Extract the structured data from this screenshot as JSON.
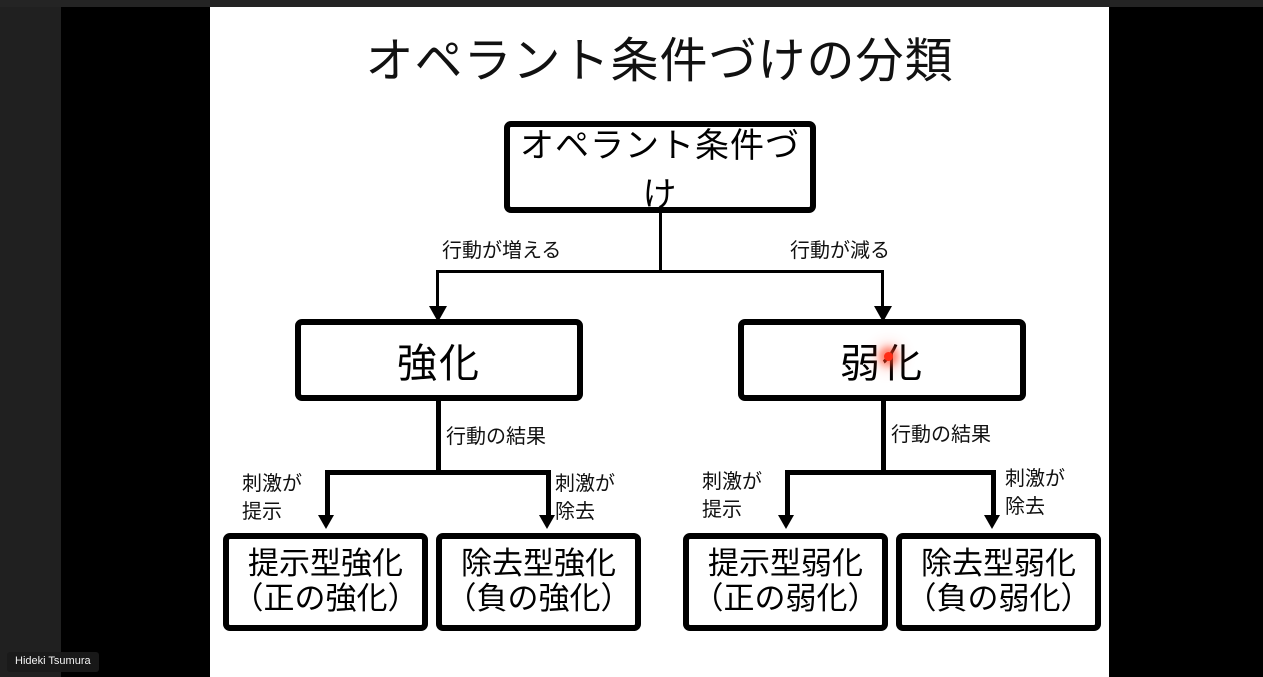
{
  "window": {
    "app": "screen-share-viewer"
  },
  "participant": {
    "name_badge": "Hideki Tsumura"
  },
  "pointer": {
    "type": "laser-pointer-dot",
    "color": "#ff2d16",
    "on_node": "弱化"
  },
  "colors": {
    "slide_background": "#ffffff",
    "letterbox": "#000000",
    "gutter": "#202020",
    "chrome": "#242424",
    "ink": "#000000",
    "laser": "#ff2d16"
  },
  "slide": {
    "title": "オペラント条件づけの分類",
    "nodes": {
      "root": "オペラント条件づけ",
      "level2": [
        {
          "id": "reinforcement",
          "label": "強化"
        },
        {
          "id": "punishment",
          "label": "弱化"
        }
      ],
      "level3": [
        {
          "id": "positive-reinforcement",
          "line1": "提示型強化",
          "line2": "（正の強化）"
        },
        {
          "id": "negative-reinforcement",
          "line1": "除去型強化",
          "line2": "（負の強化）"
        },
        {
          "id": "positive-punishment",
          "line1": "提示型弱化",
          "line2": "（正の弱化）"
        },
        {
          "id": "negative-punishment",
          "line1": "除去型弱化",
          "line2": "（負の弱化）"
        }
      ]
    },
    "edge_labels": {
      "behavior_increases": "行動が増える",
      "behavior_decreases": "行動が減る",
      "behavior_result_left": "行動の結果",
      "behavior_result_right": "行動の結果",
      "stimulus_presented_left_1": "刺激が",
      "stimulus_presented_left_2": "提示",
      "stimulus_removed_left_1": "刺激が",
      "stimulus_removed_left_2": "除去",
      "stimulus_presented_right_1": "刺激が",
      "stimulus_presented_right_2": "提示",
      "stimulus_removed_right_1": "刺激が",
      "stimulus_removed_right_2": "除去"
    }
  }
}
